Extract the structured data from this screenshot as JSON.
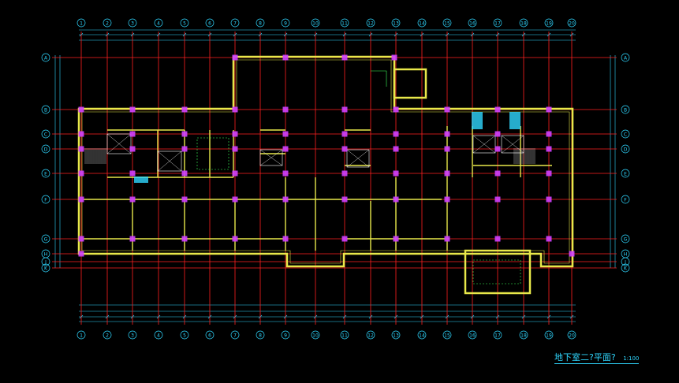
{
  "drawing": {
    "title": "地下室二?平面?",
    "scale": "1:100"
  },
  "axis_labels": {
    "top": [
      "1",
      "2",
      "3",
      "4",
      "5",
      "6",
      "7",
      "8",
      "9",
      "10",
      "11",
      "12",
      "13",
      "14",
      "15",
      "16",
      "17",
      "18",
      "19",
      "20"
    ],
    "bottom": [
      "1",
      "2",
      "3",
      "4",
      "5",
      "6",
      "7",
      "8",
      "9",
      "10",
      "11",
      "12",
      "13",
      "14",
      "15",
      "16",
      "17",
      "18",
      "19",
      "20"
    ],
    "left": [
      "A",
      "B",
      "C",
      "D",
      "E",
      "F",
      "G",
      "H",
      "J",
      "K"
    ],
    "right": [
      "A",
      "B",
      "C",
      "D",
      "E",
      "F",
      "G",
      "H",
      "J",
      "K"
    ]
  },
  "colors": {
    "background": "#000000",
    "axis": "#ff2020",
    "wall": "#e8e84a",
    "dimension": "#2fd7ff",
    "column": "#d040ff",
    "text": "#ffffff"
  }
}
